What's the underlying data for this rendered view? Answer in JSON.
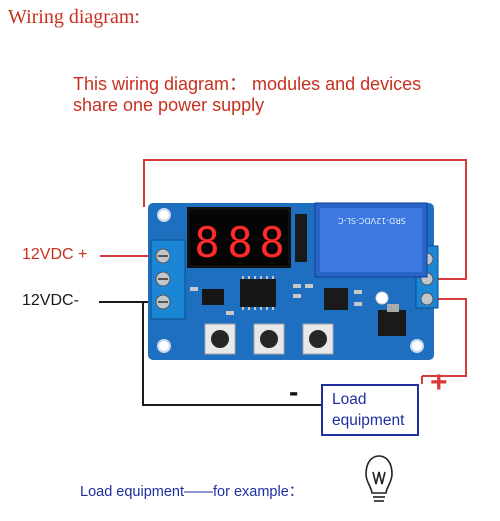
{
  "header": {
    "title": "Wiring diagram:",
    "intro_line1": "This wiring diagram： modules and devices",
    "intro_line2": "share one power supply"
  },
  "inputs": {
    "positive_label": "12VDC +",
    "negative_label": "12VDC-"
  },
  "load": {
    "line1": "Load",
    "line2": "equipment",
    "minus_symbol": "-",
    "plus_symbol": "+"
  },
  "display": {
    "digits": [
      "8",
      "8",
      "8"
    ]
  },
  "relay": {
    "text": "SRD-12VDC-SL-C"
  },
  "footer": {
    "text": "Load equipment——for example："
  },
  "colors": {
    "positive_wire": "#d83a3a",
    "negative_wire": "#1a1a1a",
    "board": "#1f6fc0",
    "load_border": "#1f2fa2",
    "text_red": "#c8301e",
    "text_blue": "#1e2fa0"
  }
}
